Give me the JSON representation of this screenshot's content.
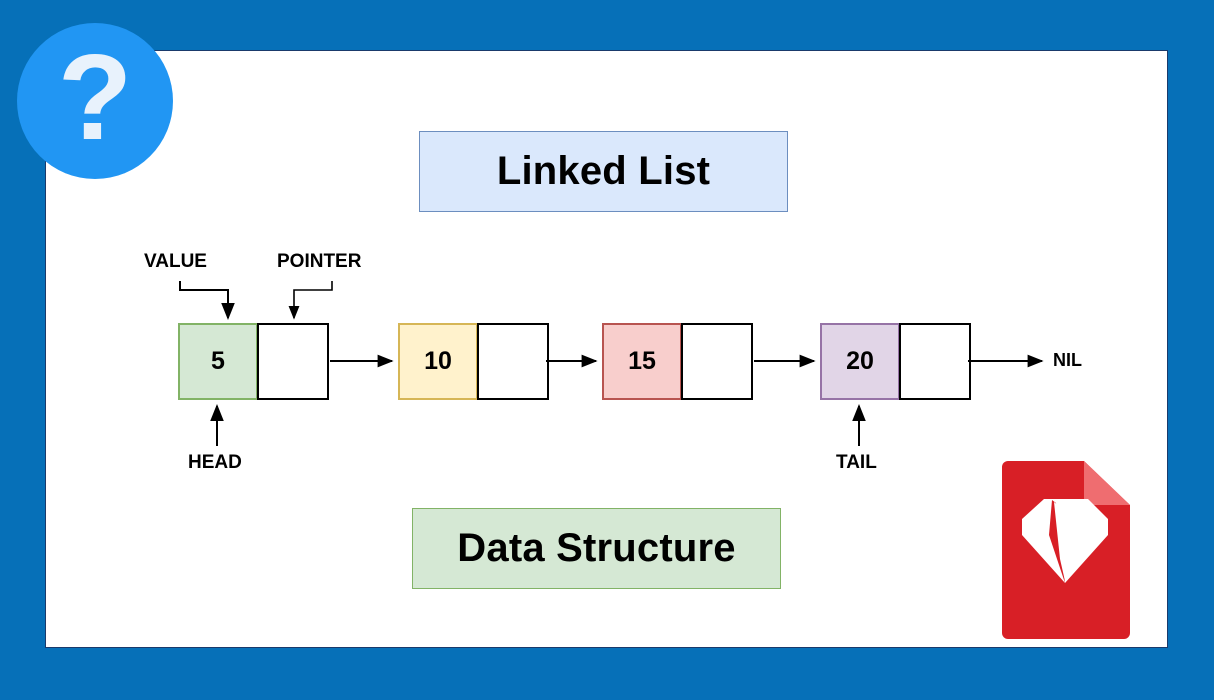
{
  "frame": {
    "border_color": "#0670b8",
    "canvas_color": "#ffffff"
  },
  "badge": {
    "icon": "question-mark-circle-icon",
    "glyph": "?",
    "circle_color": "#2196f3",
    "glyph_color": "#e8f2fc"
  },
  "title": {
    "text": "Linked List",
    "fill": "#dae8fc",
    "stroke": "#6c8ebf"
  },
  "footer": {
    "text": "Data Structure",
    "fill": "#d5e8d4",
    "stroke": "#82b366"
  },
  "annotations": {
    "value_label": "VALUE",
    "pointer_label": "POINTER",
    "head_label": "HEAD",
    "tail_label": "TAIL",
    "nil_label": "NIL"
  },
  "chart_data": {
    "type": "diagram",
    "title": "Linked List",
    "subtitle": "Data Structure",
    "structure": "singly-linked-list",
    "terminator": "NIL",
    "nodes": [
      {
        "value": "5",
        "fill": "#d5e8d4",
        "stroke": "#82b366",
        "role": "head"
      },
      {
        "value": "10",
        "fill": "#fff2cc",
        "stroke": "#d6b656",
        "role": "middle"
      },
      {
        "value": "15",
        "fill": "#f8cecc",
        "stroke": "#b85450",
        "role": "middle"
      },
      {
        "value": "20",
        "fill": "#e1d5e7",
        "stroke": "#9673a6",
        "role": "tail"
      }
    ],
    "annotations": [
      "VALUE",
      "POINTER",
      "HEAD",
      "TAIL",
      "NIL"
    ]
  },
  "file_icon": {
    "icon": "ruby-file-icon",
    "page_color": "#d81f26",
    "fold_color": "#ef6d70",
    "gem_color": "#ffffff"
  }
}
